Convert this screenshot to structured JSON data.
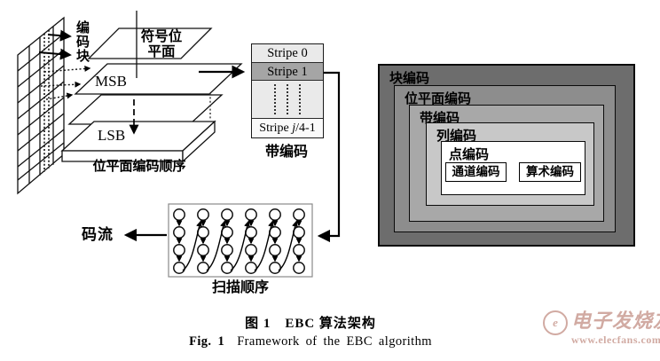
{
  "bitplane_diagram": {
    "coding_block_label": "编码块",
    "sign_plane_label": "符号位平面",
    "msb_label": "MSB",
    "lsb_label": "LSB",
    "order_caption": "位平面编码顺序"
  },
  "stripe_panel": {
    "row0": "Stripe 0",
    "row1": "Stripe 1",
    "rowLast": {
      "prefix": "Stripe ",
      "var": "j",
      "suffix": "/4-1"
    },
    "caption": "带编码",
    "highlight_color": "#a5a5a5"
  },
  "scan_panel": {
    "caption": "扫描顺序"
  },
  "stream_label": "码流",
  "nested_panel": {
    "levels": [
      "块编码",
      "位平面编码",
      "带编码",
      "列编码",
      "点编码"
    ],
    "inner_boxes": [
      "通道编码",
      "算术编码"
    ],
    "level_colors": [
      "#6d6d6d",
      "#8d8d8d",
      "#a8a8a8",
      "#c8c8c8",
      "#ffffff"
    ]
  },
  "figure_caption": {
    "cn": "图 1　EBC 算法架构",
    "en_prefix": "Fig. 1",
    "en_rest": "Framework of the EBC algorithm"
  },
  "watermark": {
    "logo_letter": "e",
    "brand": "电子发烧友",
    "url": "www.elecfans.com",
    "color": "#c6968c"
  }
}
